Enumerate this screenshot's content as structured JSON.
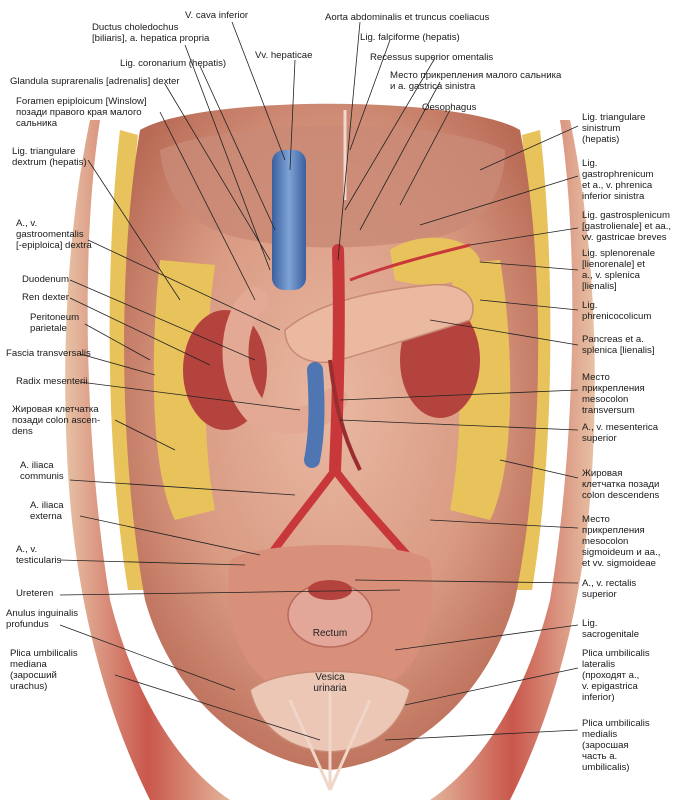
{
  "figure": {
    "colors": {
      "wall": "#d9a58a",
      "muscle": "#c0504d",
      "fat": "#e8c25a",
      "peritoneum": "#e8b9a3",
      "vena_cava": "#4f76b3",
      "artery": "#c8383a",
      "pancreas": "#eab9a0",
      "kidney": "#b5433d",
      "leader": "#222222"
    },
    "labels": {
      "v_cava_inferior": "V. cava inferior",
      "ductus_choledochus": "Ductus choledochus\n[biliaris], a. hepatica propria",
      "aorta_abdominalis": "Aorta abdominalis et truncus coeliacus",
      "lig_falciforme": "Lig. falciforme (hepatis)",
      "vv_hepaticae": "Vv. hepaticae",
      "lig_coronarium": "Lig. coronarium (hepatis)",
      "recessus_superior": "Recessus superior omentalis",
      "glandula_suprarenalis": "Glandula suprarenalis [adrenalis] dexter",
      "mesto_malogo_salnika": "Место прикрепления малого сальника\nи а. gastrica sinistra",
      "foramen_epiploicum": "Foramen epiploicum [Winslow]\nпозади правого края малого\nсальника",
      "oesophagus": "Oesophagus",
      "lig_triangulare_dextrum": "Lig. triangulare\ndextrum (hepatis)",
      "lig_triangulare_sinistrum": "Lig. triangulare\nsinistrum\n(hepatis)",
      "lig_gastrophrenicum": "Lig.\ngastrophrenicum\net a., v. phrenica\ninferior sinistra",
      "a_v_gastroomentalis": "A., v.\ngastroomentalis\n[-epiploica] dextra",
      "lig_gastrosplenicum": "Lig. gastrosplenicum\n[gastrolienale] et aa.,\nvv. gastricae breves",
      "lig_splenorenale": "Lig. splenorenale\n[lienorenale] et\na., v. splenica\n[lienalis]",
      "duodenum": "Duodenum",
      "ren_dexter": "Ren dexter",
      "lig_phrenicocolicum": "Lig.\nphrenicocolicum",
      "peritoneum_parietale": "Peritoneum\nparietale",
      "pancreas_splenica": "Pancreas et a.\nsplenica [lienalis]",
      "fascia_transversalis": "Fascia transversalis",
      "radix_mesenterii": "Radix mesenterii",
      "mesto_mesocolon_transversum": "Место\nприкрепления\nmesocolon\ntransversum",
      "zhirovaya_ascendens": "Жировая клетчатка\nпозади colon ascen-\ndens",
      "a_v_mesenterica_superior": "A., v. mesenterica\nsuperior",
      "a_iliaca_communis": "A. iliaca\ncommunis",
      "zhirovaya_descendens": "Жировая\nклетчатка позади\ncolon descendens",
      "a_iliaca_externa": "A. iliaca\nexterna",
      "mesto_mesocolon_sigmoideum": "Место\nприкрепления\nmesocolon\nsigmoideum и аа.,\net vv. sigmoideae",
      "a_v_testicularis": "A., v.\ntesticularis",
      "ureteren": "Ureteren",
      "a_v_rectalis_superior": "A., v. rectalis\nsuperior",
      "anulus_inguinalis": "Anulus inguinalis\nprofundus",
      "rectum": "Rectum",
      "lig_sacrogenitale": "Lig.\nsacrogenitale",
      "plica_umbilicalis_mediana": "Plica umbilicalis\nmediana\n(заросший\nurachus)",
      "vesica_urinaria": "Vesica\nurinaria",
      "plica_umbilicalis_lateralis": "Plica umbilicalis\nlateralis\n(проходят а.,\nv. epigastrica\ninferior)",
      "plica_umbilicalis_medialis": "Plica umbilicalis\nmedialis\n(заросшая\nчасть а.\numbilicalis)"
    }
  }
}
